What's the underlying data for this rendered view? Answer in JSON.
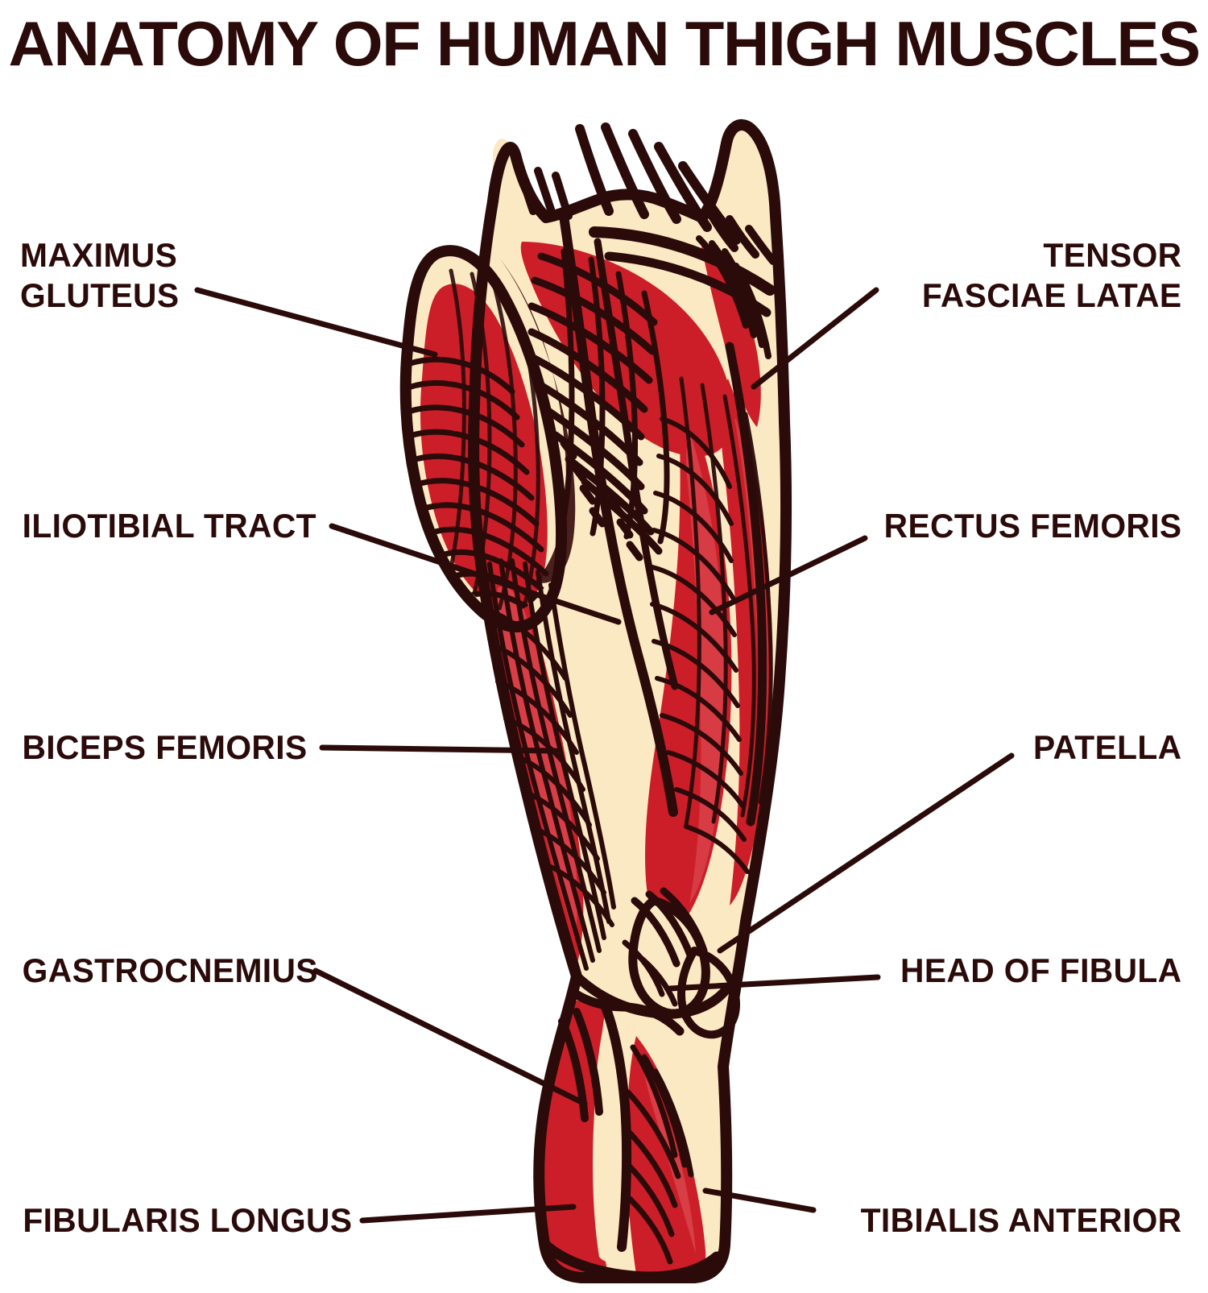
{
  "title": "ANATOMY OF HUMAN THIGH MUSCLES",
  "colors": {
    "ink": "#2B0A0A",
    "muscle_red": "#CC1E28",
    "muscle_highlight": "#E0535A",
    "bone_cream": "#FBE9C4",
    "background": "#FFFFFF"
  },
  "labels": {
    "left": [
      {
        "id": "maximus-gluteus",
        "text": "MAXIMUS\nGLUTEUS"
      },
      {
        "id": "iliotibial-tract",
        "text": "ILIOTIBIAL TRACT"
      },
      {
        "id": "biceps-femoris",
        "text": "BICEPS FEMORIS"
      },
      {
        "id": "gastrocnemius",
        "text": "GASTROCNEMIUS"
      },
      {
        "id": "fibularis-longus",
        "text": "FIBULARIS LONGUS"
      }
    ],
    "right": [
      {
        "id": "tensor-fasciae-latae",
        "text": "TENSOR\nFASCIAE LATAE"
      },
      {
        "id": "rectus-femoris",
        "text": "RECTUS FEMORIS"
      },
      {
        "id": "patella",
        "text": "PATELLA"
      },
      {
        "id": "head-of-fibula",
        "text": "HEAD OF FIBULA"
      },
      {
        "id": "tibialis-anterior",
        "text": "TIBIALIS ANTERIOR"
      }
    ]
  },
  "figure": {
    "caption": "Hand-drawn lateral view of the human thigh and leg musculature, engraving style"
  }
}
